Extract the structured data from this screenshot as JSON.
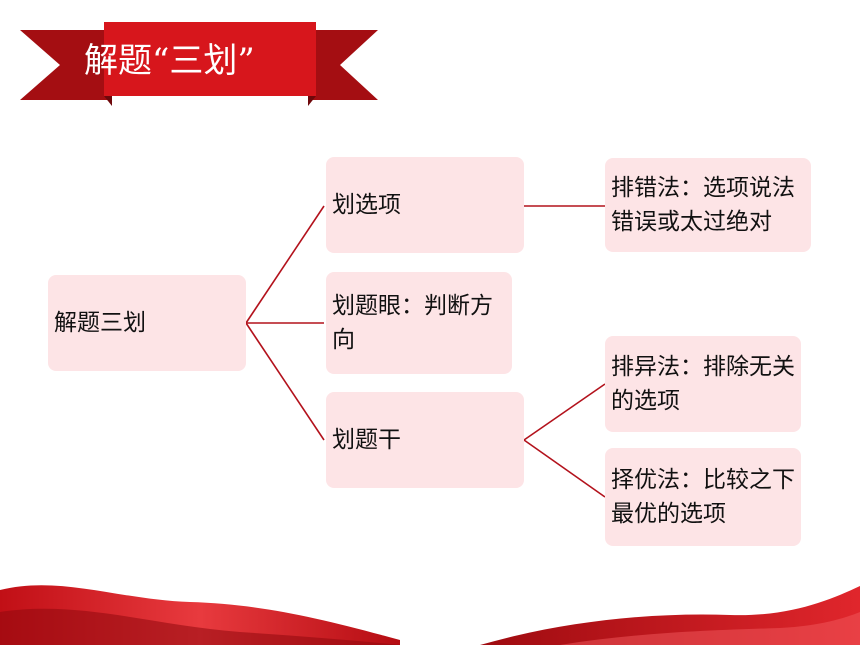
{
  "title": "解题“三划”",
  "colors": {
    "banner_red": "#d7161c",
    "banner_dark": "#a40e12",
    "node_fill": "#fde4e6",
    "connector": "#b3121c"
  },
  "root": {
    "label": "解题三划"
  },
  "branches": [
    {
      "label": "划选项",
      "children": [
        {
          "label": "排错法：选项说法错误或太过绝对"
        }
      ]
    },
    {
      "label": "划题眼：判断方向",
      "children": []
    },
    {
      "label": "划题干",
      "children": [
        {
          "label": "排异法：排除无关的选项"
        },
        {
          "label": "择优法：比较之下最优的选项"
        }
      ]
    }
  ]
}
